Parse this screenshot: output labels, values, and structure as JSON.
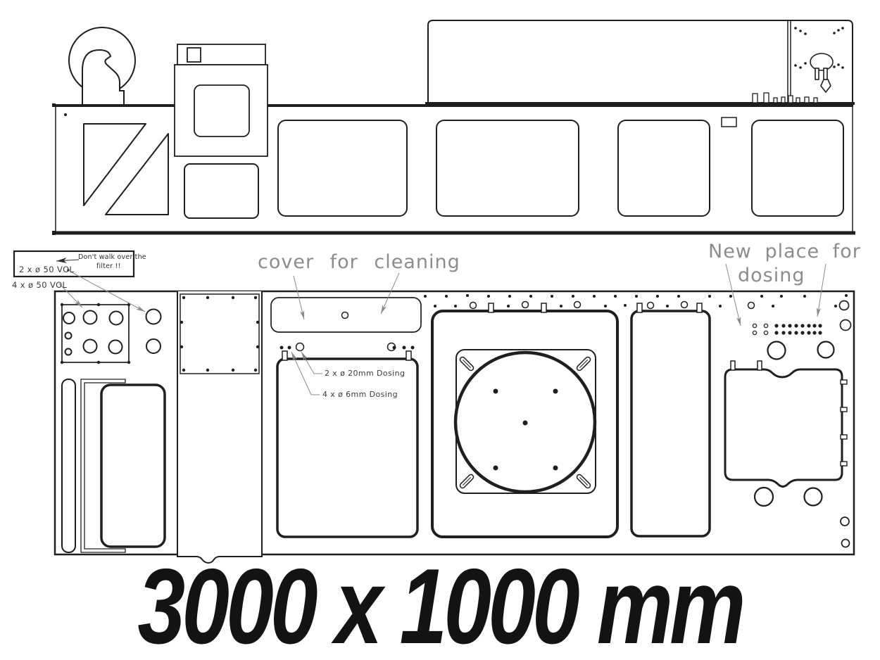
{
  "drawing": {
    "type": "sheet-metal panel, front and top CAD views",
    "dimension_label": "3000 x 1000 mm"
  },
  "colors": {
    "line": "#1f1f1f",
    "gray_annotation": "#8c8c8c",
    "dark_annotation": "#3a3a3a",
    "background": "#ffffff"
  },
  "labels": {
    "warning_line1": "Don't walk over the",
    "warning_line2": "filter !!",
    "vol_2": "2 x ø 50 VOL",
    "vol_4": "4 x ø 50 VOL",
    "cover_cleaning": "cover for cleaning",
    "new_place_line1": "New place for",
    "new_place_line2": "dosing",
    "dosing_20": "2 x ø 20mm  Dosing",
    "dosing_6": "4 x ø 6mm Dosing",
    "dimension": "3000 x 1000 mm"
  }
}
